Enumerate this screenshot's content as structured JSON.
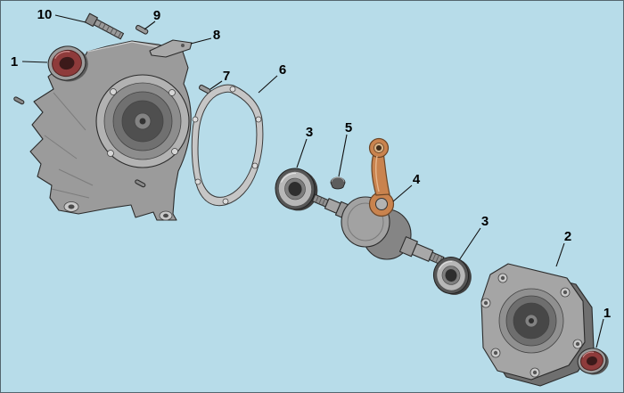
{
  "figure": {
    "kind": "exploded-parts-diagram",
    "background": "#b7dce9",
    "border": "#55666f"
  },
  "colors": {
    "metal": "#a8a8a8",
    "metal_dark": "#6f6f6f",
    "metal_light": "#d6d6d6",
    "seal": "#8e3b3b",
    "seal_dark": "#3c1a1a",
    "rod": "#c9834e",
    "outline": "#2b2b2b"
  },
  "callouts": [
    {
      "label": "10",
      "part": "mounting-bolt"
    },
    {
      "label": "9",
      "part": "dowel-pin-top"
    },
    {
      "label": "8",
      "part": "retainer-plate"
    },
    {
      "label": "1",
      "part": "oil-seal-left"
    },
    {
      "label": "7",
      "part": "dowel-pin-mid"
    },
    {
      "label": "6",
      "part": "crankcase-gasket"
    },
    {
      "label": "3",
      "part": "ball-bearing-left"
    },
    {
      "label": "5",
      "part": "woodruff-key"
    },
    {
      "label": "4",
      "part": "crankshaft-assembly"
    },
    {
      "label": "3",
      "part": "ball-bearing-right"
    },
    {
      "label": "2",
      "part": "crankcase-half-right"
    },
    {
      "label": "1",
      "part": "oil-seal-right"
    }
  ]
}
